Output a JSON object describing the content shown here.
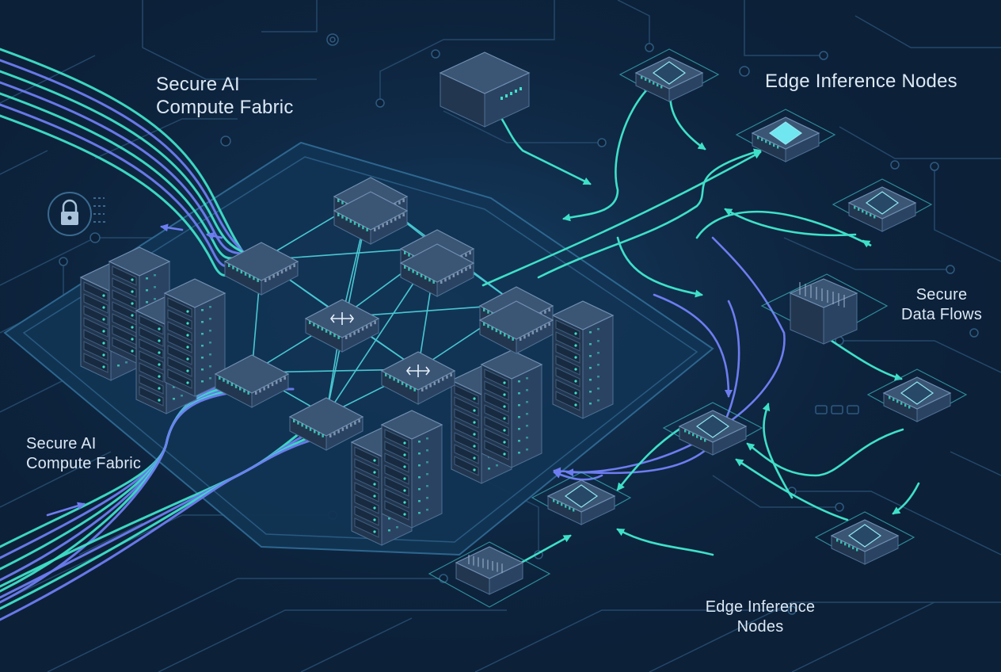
{
  "labels": {
    "fabric_top": "Secure AI\nCompute Fabric",
    "fabric_left": "Secure AI\nCompute Fabric",
    "edge_top": "Edge Inference Nodes",
    "data_flows": "Secure\nData Flows",
    "edge_bottom": "Edge Inference\nNodes"
  },
  "icons": [
    "padlock-icon",
    "switch-icon",
    "router-icon",
    "server-rack-icon",
    "chip-icon",
    "arrow-icon"
  ],
  "colors": {
    "background": "#0c2038",
    "teal": "#3fe0c8",
    "blue": "#6d7df0",
    "device_top": "#3b5575",
    "device_left": "#22364f",
    "device_right": "#2b4362",
    "circuit": "#24486a"
  }
}
